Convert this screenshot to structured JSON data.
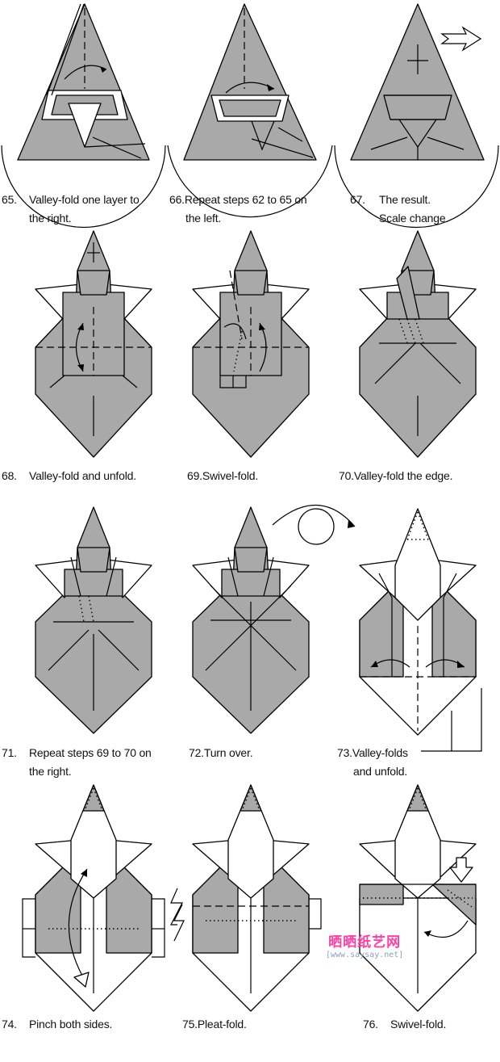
{
  "steps": [
    {
      "number": "65.",
      "lines": [
        "Valley-fold one layer to",
        "the right."
      ]
    },
    {
      "number": "66.",
      "lines": [
        "Repeat steps 62 to 65 on",
        "the left."
      ]
    },
    {
      "number": "67.",
      "lines": [
        "The result.",
        "Scale change."
      ]
    },
    {
      "number": "68.",
      "lines": [
        "Valley-fold and unfold."
      ]
    },
    {
      "number": "69.",
      "lines": [
        "Swivel-fold."
      ]
    },
    {
      "number": "70.",
      "lines": [
        "Valley-fold the edge."
      ]
    },
    {
      "number": "71.",
      "lines": [
        "Repeat steps 69 to 70 on",
        "the right."
      ]
    },
    {
      "number": "72.",
      "lines": [
        "Turn over."
      ]
    },
    {
      "number": "73.",
      "lines": [
        "Valley-folds",
        "and unfold."
      ]
    },
    {
      "number": "74.",
      "lines": [
        "Pinch both sides."
      ]
    },
    {
      "number": "75.",
      "lines": [
        "Pleat-fold."
      ]
    },
    {
      "number": "76.",
      "lines": [
        "Swivel-fold."
      ]
    }
  ],
  "watermark": {
    "brand": "晒晒纸艺网",
    "url": "[www.saysay.net]"
  },
  "colors": {
    "paper_colored": "#a9a9a9",
    "paper_white": "#ffffff",
    "lines": "#000000",
    "watermark": "#ff3fa4"
  }
}
